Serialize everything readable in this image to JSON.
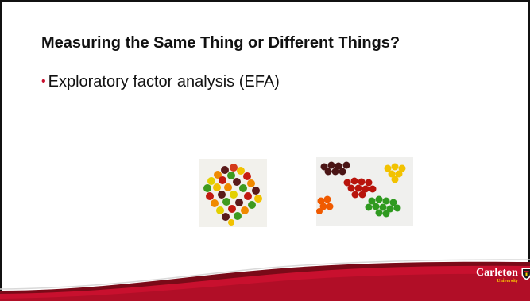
{
  "slide": {
    "title": "Measuring the Same Thing or Different Things?",
    "bullets": [
      {
        "bullet_char": "•",
        "text": "Exploratory factor analysis (EFA)"
      }
    ]
  },
  "images": [
    {
      "name": "mixed-candies-photo",
      "description_icon": "candy-photo"
    },
    {
      "name": "sorted-candies-photo",
      "description_icon": "candy-photo"
    }
  ],
  "footer": {
    "logo": {
      "name": "Carleton",
      "sub": "University"
    }
  },
  "colors": {
    "accent_red": "#c8102e",
    "dark_red": "#8e0b1f",
    "text": "#111111",
    "logo_gold": "#ffd200"
  }
}
